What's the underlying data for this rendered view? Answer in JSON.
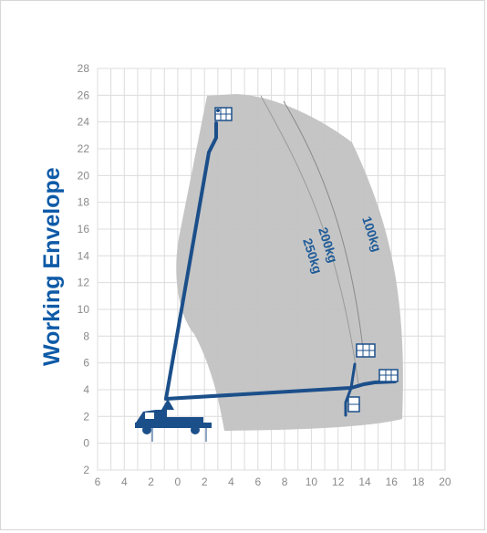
{
  "title": "Working Envelope",
  "colors": {
    "envelope_fill": "#c2c2c2",
    "boom": "#1b4f8a",
    "grid": "#d9d9d9",
    "title": "#0d5aa7",
    "capacity_curve": "#8a8a8a"
  },
  "axes": {
    "x_ticks": [
      "6",
      "4",
      "2",
      "0",
      "2",
      "4",
      "6",
      "8",
      "10",
      "12",
      "14",
      "16",
      "18",
      "20"
    ],
    "y_ticks": [
      "28",
      "26",
      "24",
      "22",
      "20",
      "18",
      "16",
      "14",
      "12",
      "10",
      "8",
      "6",
      "4",
      "2",
      "0",
      "2"
    ]
  },
  "capacity_labels": [
    {
      "id": "cap-100",
      "text": "100kg"
    },
    {
      "id": "cap-200",
      "text": "200kg"
    },
    {
      "id": "cap-250",
      "text": "250kg"
    }
  ],
  "icons": {
    "vehicle": "truck-icon",
    "basket": "work-platform-basket-icon"
  }
}
